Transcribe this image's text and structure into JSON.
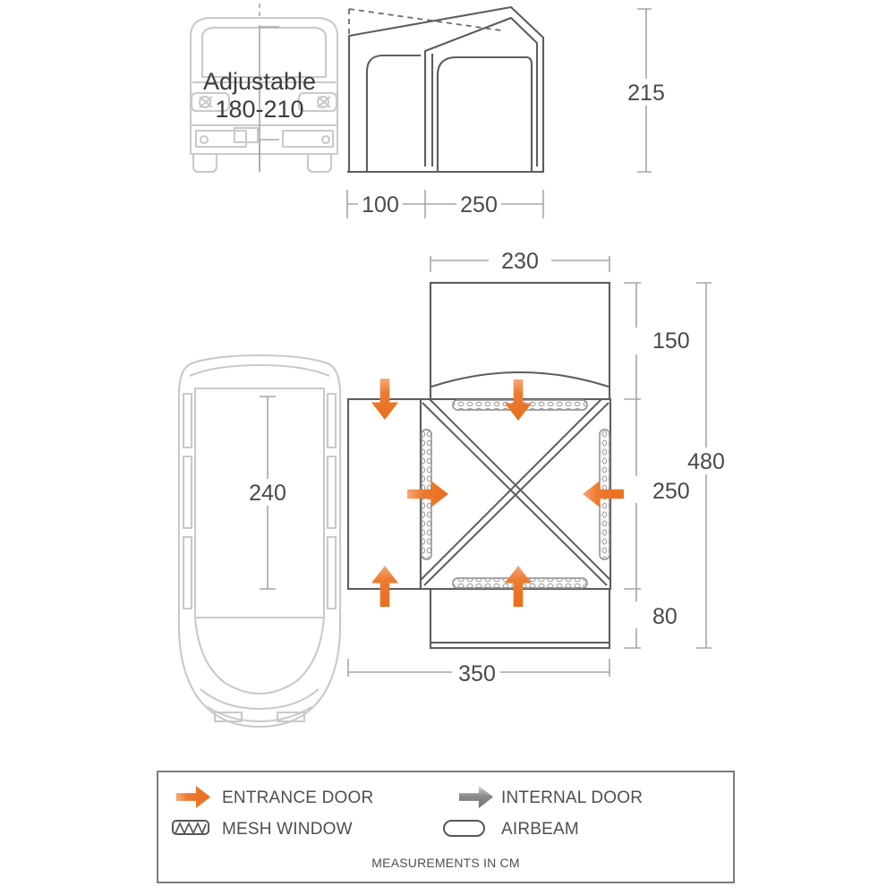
{
  "diagram": {
    "title": "Drive-away awning dimension diagram",
    "units_note": "MEASUREMENTS IN CM",
    "colors": {
      "entrance_arrow": "#ED7A30",
      "internal_arrow": "#8d8d8d",
      "outline": "#5d5d5d",
      "vehicle_outline": "#c9c9c9",
      "dimension_line": "#9a9a9a",
      "text": "#4a4a4a"
    }
  },
  "elevation": {
    "vehicle_label_line1": "Adjustable",
    "vehicle_label_line2": "180-210",
    "height_label": "215",
    "width_canopy_label": "100",
    "width_main_label": "250"
  },
  "plan": {
    "vehicle_width_label": "240",
    "top_width_label": "230",
    "bottom_width_label": "350",
    "segment_top_label": "150",
    "segment_middle_label": "250",
    "segment_bottom_label": "80",
    "total_depth_label": "480"
  },
  "legend": {
    "items": [
      {
        "icon": "entrance-door-arrow-icon",
        "label": "ENTRANCE DOOR"
      },
      {
        "icon": "internal-door-arrow-icon",
        "label": "INTERNAL DOOR"
      },
      {
        "icon": "mesh-window-icon",
        "label": "MESH WINDOW"
      },
      {
        "icon": "airbeam-icon",
        "label": "AIRBEAM"
      }
    ],
    "footer": "MEASUREMENTS IN CM"
  }
}
